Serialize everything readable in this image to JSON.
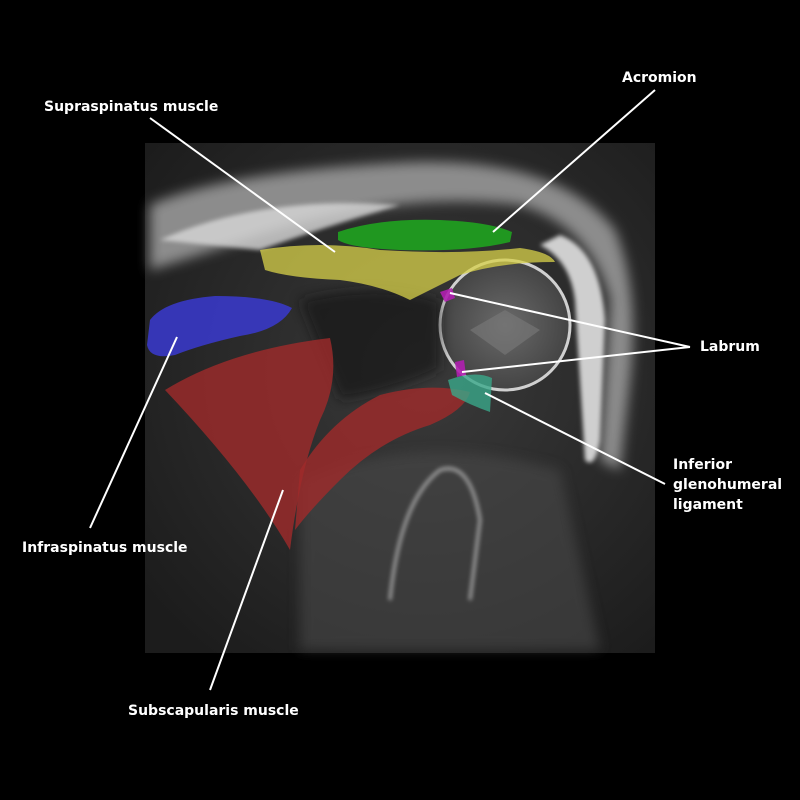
{
  "labels": {
    "acromion": "Acromion",
    "supraspinatus": "Supraspinatus muscle",
    "labrum": "Labrum",
    "inferior_glenohumeral": [
      "Inferior",
      "glenohumeral",
      "ligament"
    ],
    "infraspinatus": "Infraspinatus muscle",
    "subscapularis": "Subscapularis muscle"
  },
  "overlay_colors": {
    "acromion": "#1fa31f",
    "supraspinatus": "#d8d24a",
    "labrum": "#b01fb0",
    "inferior_glenohumeral": "#3aa88a",
    "infraspinatus": "#3a3ad0",
    "subscapularis": "#a02a2a"
  }
}
